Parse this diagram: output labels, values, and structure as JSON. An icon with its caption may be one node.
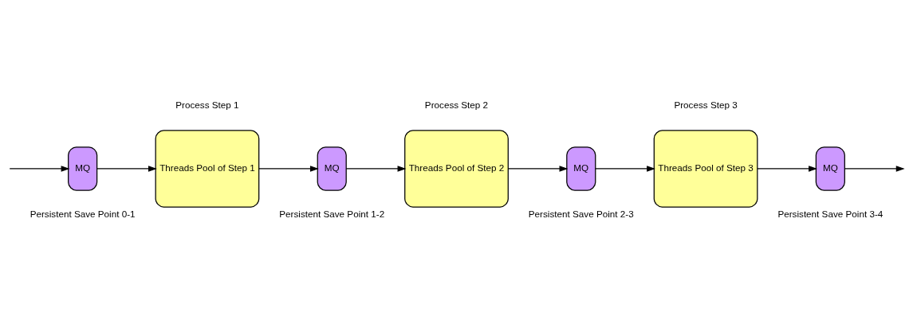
{
  "diagram": {
    "nodes": [
      {
        "text": [
          "MQ"
        ],
        "beside": [
          "Persistent Save Point 0-1"
        ]
      },
      {
        "text": [
          "Threads Pool of Step 1"
        ],
        "beside": [
          "Process Step 1"
        ]
      },
      {
        "text": [
          "MQ"
        ],
        "beside": [
          "Persistent Save Point 1-2"
        ]
      },
      {
        "text": [
          "Threads Pool of Step 2"
        ],
        "beside": [
          "Process Step 2"
        ]
      },
      {
        "text": [
          "MQ"
        ],
        "beside": [
          "Persistent Save Point 2-3"
        ]
      },
      {
        "text": [
          "Threads Pool of Step 3"
        ],
        "beside": [
          "Process Step 3"
        ]
      },
      {
        "text": [
          "MQ"
        ],
        "beside": [
          "Persistent Save Point 3-4"
        ]
      }
    ],
    "edges": [
      {
        "from": null,
        "to": 0,
        "arrow": "to"
      },
      {
        "from": 0,
        "to": 1,
        "arrow": "to"
      },
      {
        "from": 1,
        "to": 2,
        "arrow": "to"
      },
      {
        "from": 2,
        "to": 3,
        "arrow": "to"
      },
      {
        "from": 3,
        "to": 4,
        "arrow": "to"
      },
      {
        "from": 4,
        "to": 5,
        "arrow": "to"
      },
      {
        "from": 5,
        "to": 6,
        "arrow": "to"
      },
      {
        "from": 6,
        "to": null,
        "arrow": "to"
      }
    ]
  }
}
